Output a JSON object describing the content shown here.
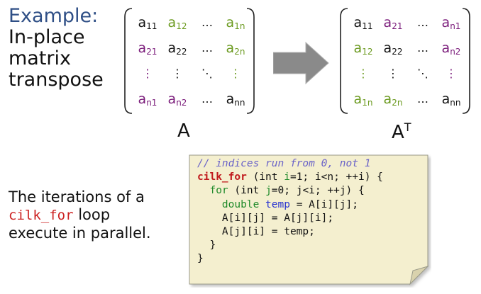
{
  "title": {
    "line1_kw": "Example:",
    "line2": "In-place",
    "line3": "matrix",
    "line4": "transpose"
  },
  "matrix_a": {
    "label": "A",
    "rows": [
      [
        {
          "b": "a",
          "s": "11",
          "c": "black"
        },
        {
          "b": "a",
          "s": "12",
          "c": "green"
        },
        {
          "b": "…",
          "s": "",
          "c": "black",
          "dots": true
        },
        {
          "b": "a",
          "s": "1n",
          "c": "green"
        }
      ],
      [
        {
          "b": "a",
          "s": "21",
          "c": "purple"
        },
        {
          "b": "a",
          "s": "22",
          "c": "black"
        },
        {
          "b": "…",
          "s": "",
          "c": "black",
          "dots": true
        },
        {
          "b": "a",
          "s": "2n",
          "c": "green"
        }
      ],
      [
        {
          "b": "⋮",
          "s": "",
          "c": "purple",
          "dots": true
        },
        {
          "b": "⋮",
          "s": "",
          "c": "black",
          "dots": true
        },
        {
          "b": "⋱",
          "s": "",
          "c": "black",
          "dots": true
        },
        {
          "b": "⋮",
          "s": "",
          "c": "green",
          "dots": true
        }
      ],
      [
        {
          "b": "a",
          "s": "n1",
          "c": "purple"
        },
        {
          "b": "a",
          "s": "n2",
          "c": "purple"
        },
        {
          "b": "…",
          "s": "",
          "c": "black",
          "dots": true
        },
        {
          "b": "a",
          "s": "nn",
          "c": "black"
        }
      ]
    ]
  },
  "matrix_at": {
    "label": "A",
    "label_sup": "T",
    "rows": [
      [
        {
          "b": "a",
          "s": "11",
          "c": "black"
        },
        {
          "b": "a",
          "s": "21",
          "c": "purple"
        },
        {
          "b": "…",
          "s": "",
          "c": "black",
          "dots": true
        },
        {
          "b": "a",
          "s": "n1",
          "c": "purple"
        }
      ],
      [
        {
          "b": "a",
          "s": "12",
          "c": "green"
        },
        {
          "b": "a",
          "s": "22",
          "c": "black"
        },
        {
          "b": "…",
          "s": "",
          "c": "black",
          "dots": true
        },
        {
          "b": "a",
          "s": "n2",
          "c": "purple"
        }
      ],
      [
        {
          "b": "⋮",
          "s": "",
          "c": "green",
          "dots": true
        },
        {
          "b": "⋮",
          "s": "",
          "c": "black",
          "dots": true
        },
        {
          "b": "⋱",
          "s": "",
          "c": "black",
          "dots": true
        },
        {
          "b": "⋮",
          "s": "",
          "c": "purple",
          "dots": true
        }
      ],
      [
        {
          "b": "a",
          "s": "1n",
          "c": "green"
        },
        {
          "b": "a",
          "s": "2n",
          "c": "green"
        },
        {
          "b": "…",
          "s": "",
          "c": "black",
          "dots": true
        },
        {
          "b": "a",
          "s": "nn",
          "c": "black"
        }
      ]
    ]
  },
  "note": {
    "line1": "The iterations of a",
    "code": "cilk_for",
    "line2_rest": " loop",
    "line3": "execute in parallel."
  },
  "code": {
    "comment": "// indices run from 0, not 1",
    "l2_kw": "cilk_for",
    "l2_a": " (int ",
    "l2_var": "i",
    "l2_b": "=1; i<n; ++i) {",
    "l3_kw": "for",
    "l3_a": " (int ",
    "l3_var": "j",
    "l3_b": "=0; j<i; ++j) {",
    "l4_kw": "double",
    "l4_var": "temp",
    "l4_b": " = A[i][j];",
    "l5": "A[i][j] = A[j][i];",
    "l6": "A[j][i] = temp;",
    "l7": "}",
    "l8": "}"
  },
  "colors": {
    "title_kw": "#2f4f86",
    "green": "#6b9a1f",
    "purple": "#7a1b7a",
    "code_red": "#c0181b",
    "note_bg": "#f4efcf",
    "arrow": "#8a8a8a"
  }
}
